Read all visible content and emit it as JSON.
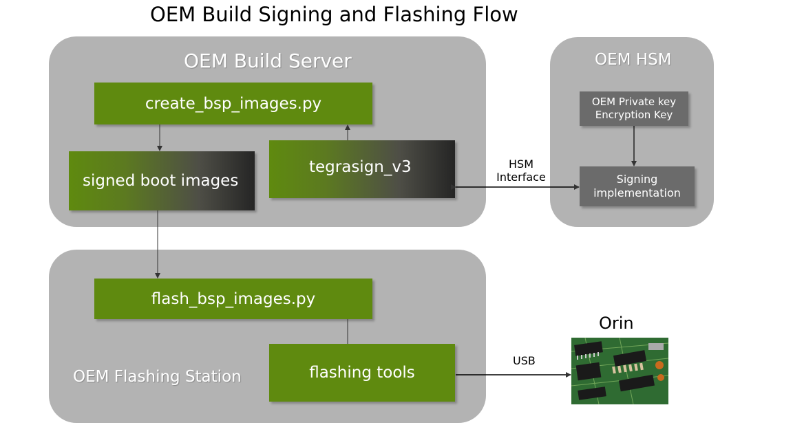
{
  "title": "OEM Build Signing and Flashing Flow",
  "groups": {
    "build_server": "OEM Build Server",
    "hsm": "OEM HSM",
    "flashing_station": "OEM Flashing Station"
  },
  "boxes": {
    "create_bsp": "create_bsp_images.py",
    "signed_boot": "signed boot images",
    "tegrasign": "tegrasign_v3",
    "flash_bsp": "flash_bsp_images.py",
    "flashing_tools": "flashing tools",
    "private_key_line1": "OEM Private key",
    "private_key_line2": "Encryption Key",
    "signing_line1": "Signing",
    "signing_line2": "implementation"
  },
  "connectors": {
    "hsm_line1": "HSM",
    "hsm_line2": "Interface",
    "usb": "USB"
  },
  "device": {
    "label": "Orin",
    "image_icon": "circuit-board-photo"
  },
  "colors": {
    "group_gray": "#b3b3b3",
    "box_green": "#5f8a0f",
    "hsm_box_gray": "#6b6b6b",
    "arrow": "#333333"
  }
}
